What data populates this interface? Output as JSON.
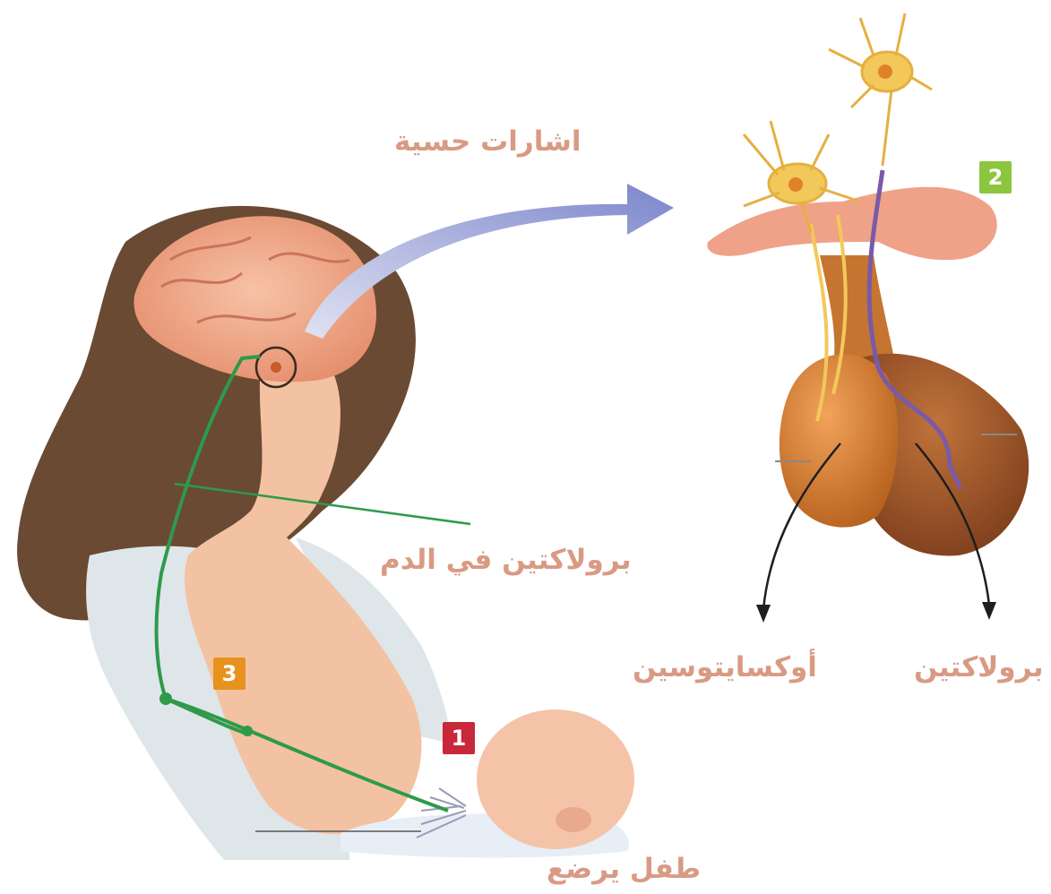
{
  "labels": {
    "sensory_signals": "اشارات حسية",
    "prolactin_in_blood": "برولاكتين في الدم",
    "oxytocin": "أوكسايتوسين",
    "prolactin": "برولاكتين",
    "nursing_baby": "طفل يرضع"
  },
  "badges": {
    "step1": "1",
    "step2": "2",
    "step3": "3"
  },
  "colors": {
    "label_text": "#d99a84",
    "badge_step1": "#c8283a",
    "badge_step2": "#8cc63f",
    "badge_step3": "#e8921e",
    "nerve_pathway": "#2e9a4a",
    "signal_arrow": "#8a93d0",
    "gland_orange": "#c8742a",
    "gland_brown": "#9a5226",
    "neuron_yellow": "#f3c85a",
    "hair_brown": "#6a4a33",
    "skin": "#f2c2a2"
  },
  "icons": {
    "arrow": "curved-arrow-icon",
    "neuron": "neuron-icon"
  }
}
